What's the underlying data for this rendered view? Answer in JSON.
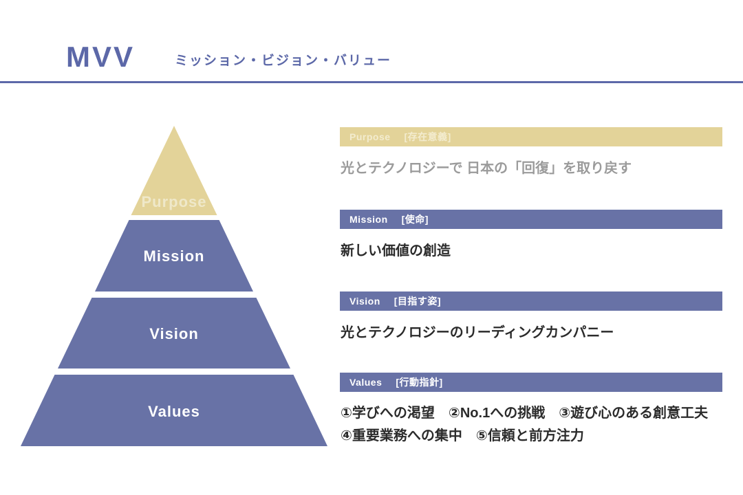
{
  "header": {
    "title": "MVV",
    "subtitle": "ミッション・ビジョン・バリュー"
  },
  "pyramid": {
    "levels": [
      {
        "label": "Purpose",
        "color": "#E3D399",
        "text_color": "#EFE8C9"
      },
      {
        "label": "Mission",
        "color": "#6872A6",
        "text_color": "#FFFFFF"
      },
      {
        "label": "Vision",
        "color": "#6872A6",
        "text_color": "#FFFFFF"
      },
      {
        "label": "Values",
        "color": "#6872A6",
        "text_color": "#FFFFFF"
      }
    ]
  },
  "sections": {
    "purpose": {
      "label_en": "Purpose",
      "label_ja": "[存在意義]",
      "body": "光とテクノロジーで 日本の「回復」を取り戻す"
    },
    "mission": {
      "label_en": "Mission",
      "label_ja": "[使命]",
      "body": "新しい価値の創造"
    },
    "vision": {
      "label_en": "Vision",
      "label_ja": "[目指す姿]",
      "body": "光とテクノロジーのリーディングカンパニー"
    },
    "values": {
      "label_en": "Values",
      "label_ja": "[行動指針]",
      "body_line1": "①学びへの渇望　②No.1への挑戦　③遊び心のある創意工夫",
      "body_line2": "④重要業務への集中　⑤信頼と前方注力"
    }
  },
  "colors": {
    "accent_purple": "#6872A6",
    "title_purple": "#5C68A8",
    "accent_tan": "#E3D399",
    "purpose_label_cream": "#EFE8C9",
    "body_gray": "#9B9B9B",
    "body_dark": "#2B2B2B"
  }
}
